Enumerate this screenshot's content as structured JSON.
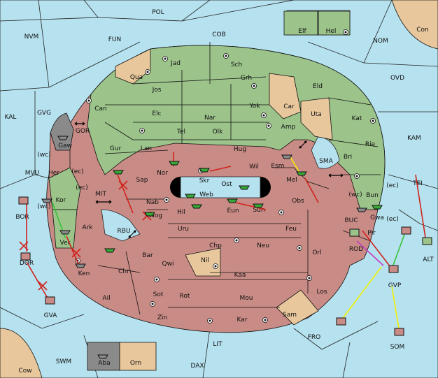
{
  "colors": {
    "sea": "#b6e1ef",
    "green_power": "#9bc38a",
    "red_power": "#c98b85",
    "neutral": "#e8c79c",
    "grey_power": "#8a8a8a",
    "order_red": "#d0231c",
    "order_yellow": "#f0f000",
    "order_green": "#38c338",
    "order_magenta": "#c040c0"
  },
  "sea_labels": [
    "POL",
    "FUN",
    "COB",
    "NVM",
    "NOM",
    "KAL",
    "GVG",
    "OVD",
    "GOR",
    "KAM",
    "MVU",
    "SMA",
    "MIT",
    "TEI",
    "BOR",
    "RBU",
    "BUC",
    "DOR",
    "ROD",
    "ALT",
    "GVP",
    "GVA",
    "FRO",
    "LIT",
    "SOM",
    "SWM",
    "DAX",
    "(wc)",
    "(ec)"
  ],
  "land_labels": [
    "Elf",
    "Hel",
    "Con",
    "Jad",
    "Sch",
    "Qua",
    "Jos",
    "Grh",
    "Eld",
    "Can",
    "Elc",
    "Nar",
    "Yok",
    "Car",
    "Uta",
    "Kat",
    "Tel",
    "Olk",
    "Amp",
    "Gaw",
    "Gur",
    "Lan",
    "Hug",
    "Bri",
    "Rie",
    "Her",
    "Nor",
    "Skr",
    "Wil",
    "Esm",
    "Sap",
    "Ost",
    "Mel",
    "Bun",
    "Kor",
    "Web",
    "Nab",
    "Hil",
    "Eun",
    "Sun",
    "Obs",
    "Gwa",
    "Nog",
    "Ark",
    "Uru",
    "Feu",
    "Pir",
    "Ver",
    "Chp",
    "Neu",
    "Bar",
    "Qwi",
    "Nil",
    "Orl",
    "Ken",
    "Chr",
    "Kaa",
    "Ail",
    "Sot",
    "Rot",
    "Mou",
    "Los",
    "Zin",
    "Kar",
    "Sam",
    "Aba",
    "Orn",
    "Cow"
  ],
  "units": [
    {
      "type": "army",
      "power": "green"
    },
    {
      "type": "fleet",
      "power": "green"
    },
    {
      "type": "fleet",
      "power": "red"
    },
    {
      "type": "fleet",
      "power": "grey"
    }
  ]
}
